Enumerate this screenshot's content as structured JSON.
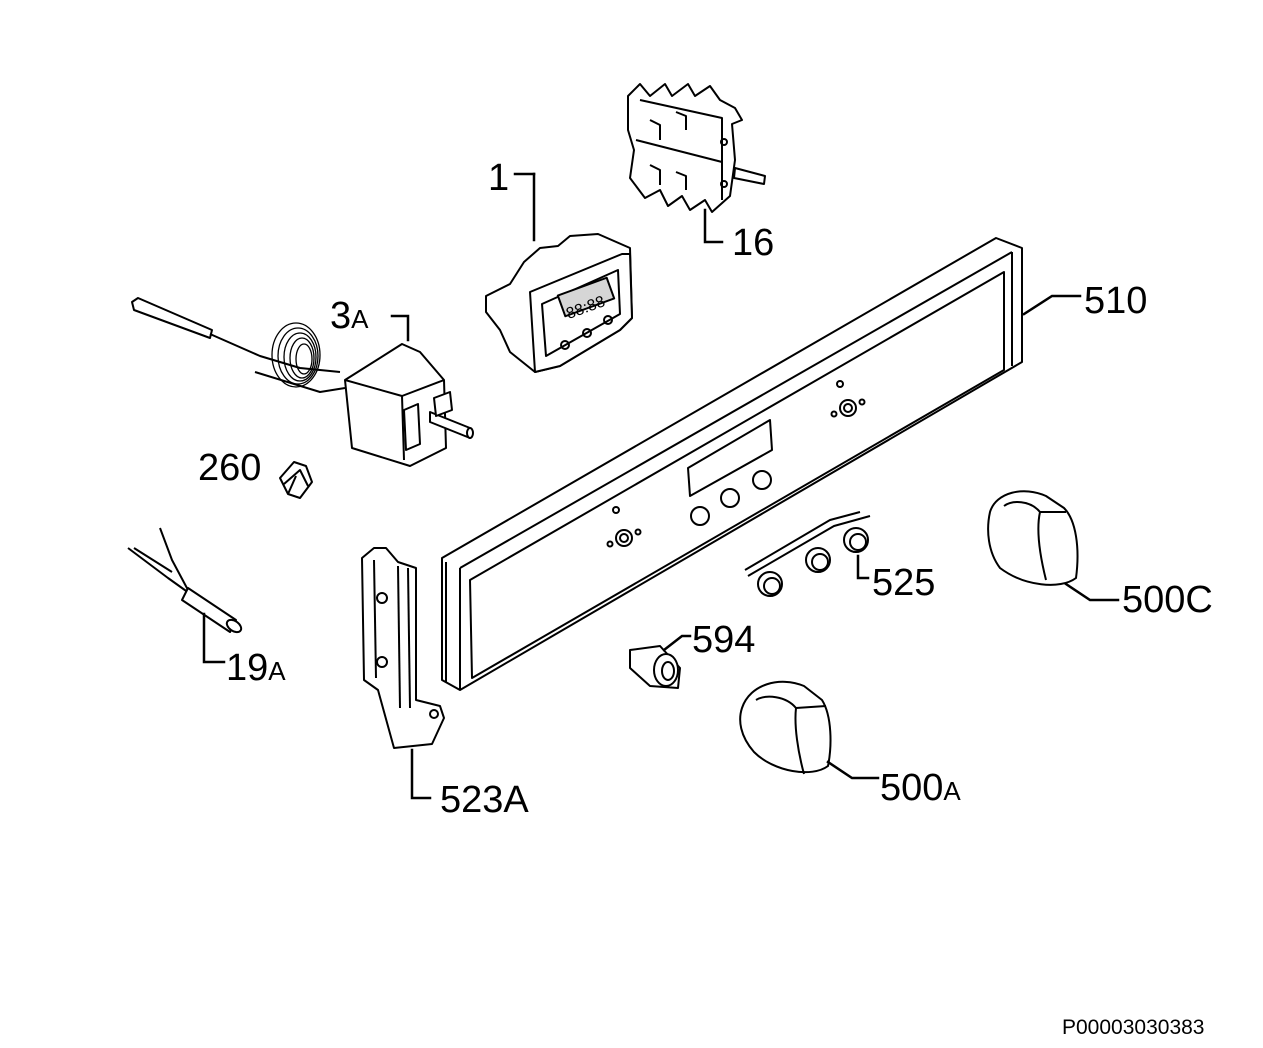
{
  "callouts": {
    "c1": "1",
    "c16": "16",
    "c3": "3",
    "c3s": "A",
    "c510": "510",
    "c260": "260",
    "c19": "19",
    "c19s": "A",
    "c525": "525",
    "c500c": "500C",
    "c594": "594",
    "c523": "523A",
    "c500": "500",
    "c500s": "A"
  },
  "drawing_ref": "P00003030383"
}
